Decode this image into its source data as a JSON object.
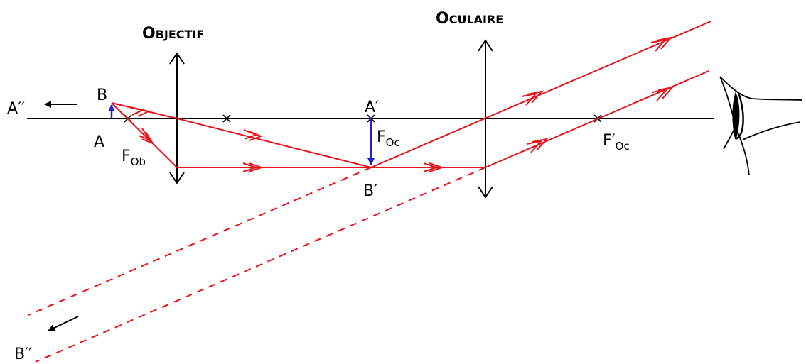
{
  "lenses": {
    "objective": {
      "label_first": "O",
      "label_rest": "BJECTIF"
    },
    "eyepiece": {
      "label_first": "O",
      "label_rest": "CULAIRE"
    }
  },
  "points": {
    "A": "A",
    "B": "B",
    "A_prime": "A′",
    "B_prime": "B′",
    "A_double": "A′′",
    "B_double": "B′′",
    "F_ob": {
      "main": "F",
      "sub": "Ob"
    },
    "F_oc": {
      "main": "F",
      "sub": "Oc"
    },
    "F_prime_oc": {
      "main": "F′",
      "sub": "Oc"
    }
  },
  "colors": {
    "rays": "#e8141b",
    "object_arrows": "#1f1fd6",
    "axis": "#000000"
  }
}
